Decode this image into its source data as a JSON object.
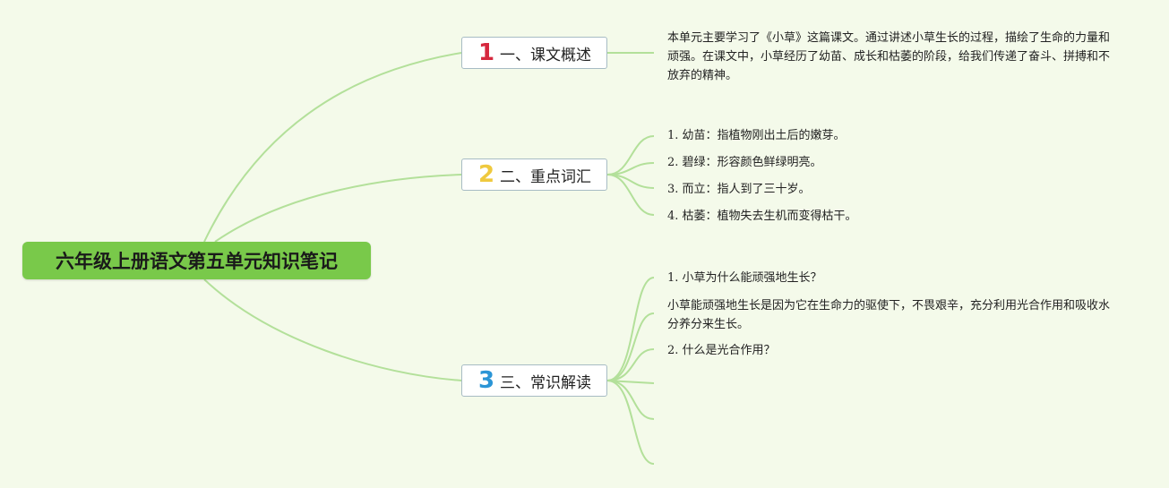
{
  "root": {
    "title": "六年级上册语文第五单元知识笔记"
  },
  "branches": [
    {
      "number": "1",
      "label": "一、课文概述",
      "color": "#d6283e",
      "children": [
        "本单元主要学习了《小草》这篇课文。通过讲述小草生长的过程，描绘了生命的力量和顽强。在课文中，小草经历了幼苗、成长和枯萎的阶段，给我们传递了奋斗、拼搏和不放弃的精神。"
      ]
    },
    {
      "number": "2",
      "label": "二、重点词汇",
      "color": "#efc93e",
      "children": [
        "1. 幼苗：指植物刚出土后的嫩芽。",
        "2. 碧绿：形容颜色鲜绿明亮。",
        "3. 而立：指人到了三十岁。",
        "4. 枯萎：植物失去生机而变得枯干。"
      ]
    },
    {
      "number": "3",
      "label": "三、常识解读",
      "color": "#2b95d6",
      "children": [
        "1. 小草为什么能顽强地生长？",
        "小草能顽强地生长是因为它在生命力的驱使下，不畏艰辛，充分利用光合作用和吸收水分养分来生长。",
        "2. 什么是光合作用？"
      ]
    }
  ],
  "colors": {
    "background": "#f4faea",
    "root_fill": "#79c94a",
    "connector": "#b3e09a"
  }
}
